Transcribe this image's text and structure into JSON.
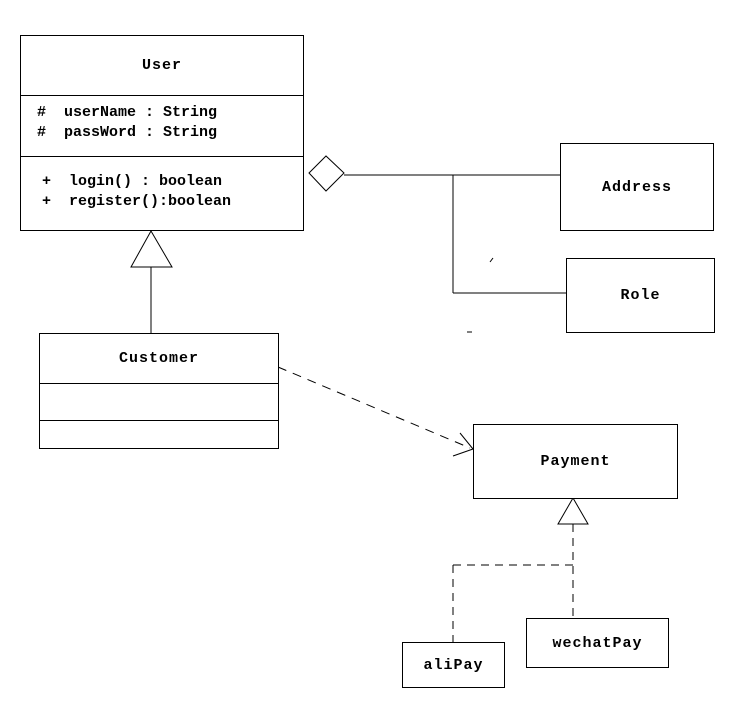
{
  "diagram": {
    "background": "#ffffff",
    "line_color": "#000000",
    "box_fill": "#ffffff",
    "classes": {
      "user": {
        "name": "User",
        "attributes": [
          "#  userName : String",
          "#  passWord : String"
        ],
        "methods": [
          "+  login() : boolean",
          "+  register():boolean"
        ]
      },
      "address": {
        "name": "Address"
      },
      "role": {
        "name": "Role"
      },
      "customer": {
        "name": "Customer"
      },
      "payment": {
        "name": "Payment"
      },
      "alipay": {
        "name": "aliPay"
      },
      "wechatpay": {
        "name": "wechatPay"
      }
    },
    "relationships": [
      {
        "type": "aggregation",
        "from": "User",
        "to": "Address"
      },
      {
        "type": "aggregation",
        "from": "User",
        "to": "Role"
      },
      {
        "type": "generalization",
        "from": "Customer",
        "to": "User"
      },
      {
        "type": "dependency",
        "from": "Customer",
        "to": "Payment"
      },
      {
        "type": "generalization",
        "from": "aliPay",
        "to": "Payment"
      },
      {
        "type": "generalization",
        "from": "wechatPay",
        "to": "Payment"
      }
    ]
  }
}
